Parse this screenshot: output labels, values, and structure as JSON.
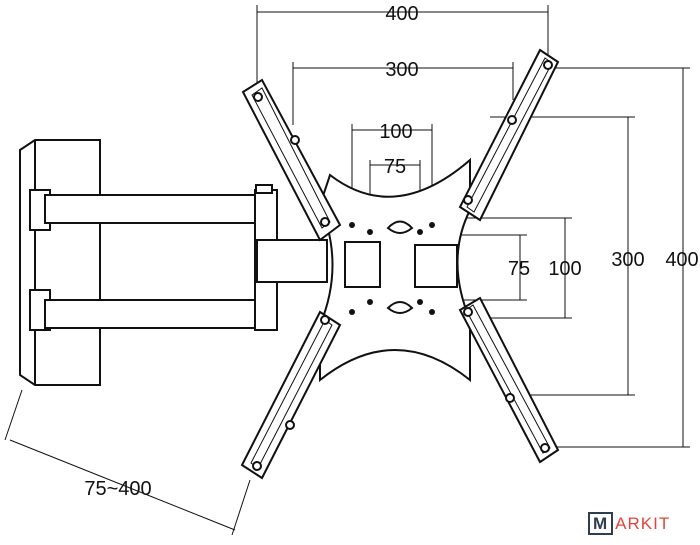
{
  "dimensions": {
    "top_outer": "400",
    "top_inner": "300",
    "top_small": "100",
    "top_smallest": "75",
    "right_smallest": "75",
    "right_small": "100",
    "right_inner": "300",
    "right_outer": "400",
    "arm_extension": "75~400"
  },
  "logo": {
    "box_letter": "M",
    "rest": "ARKIT"
  },
  "colors": {
    "line": "#111111",
    "logo_dark": "#2d3e50",
    "logo_red": "#e0463c"
  }
}
